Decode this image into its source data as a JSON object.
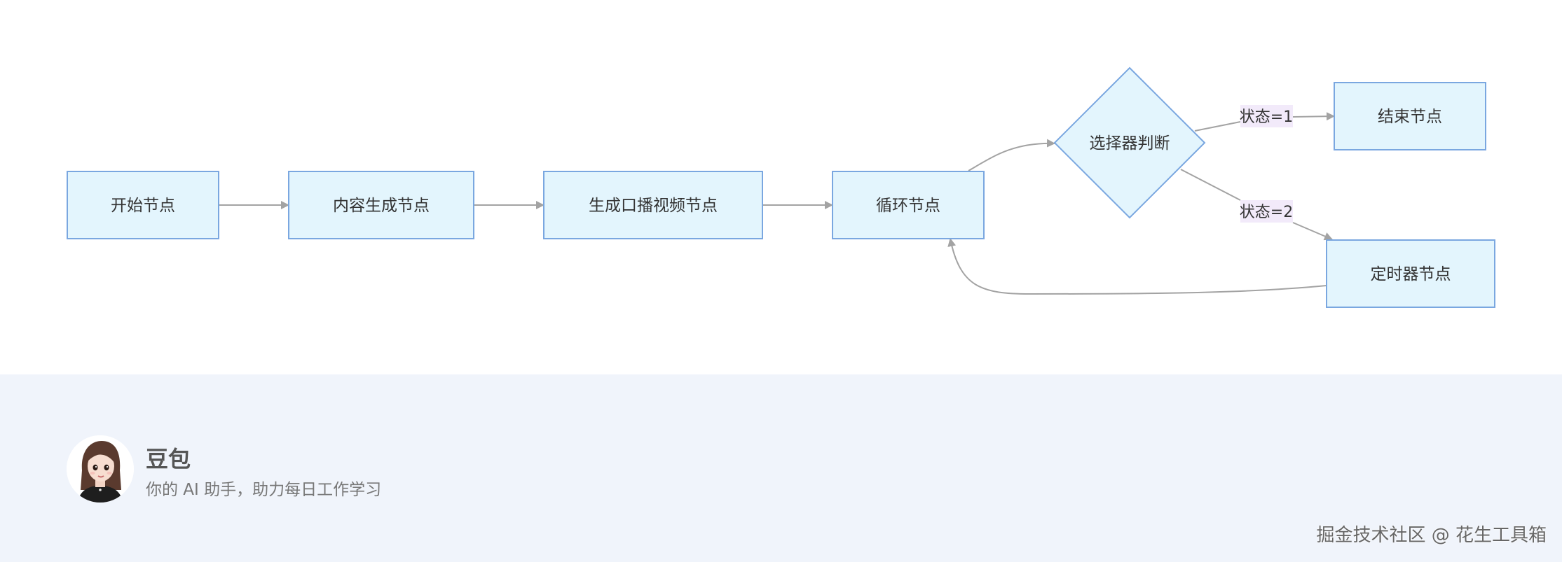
{
  "diagram": {
    "nodes": {
      "start": "开始节点",
      "content_gen": "内容生成节点",
      "video_gen": "生成口播视频节点",
      "loop": "循环节点",
      "selector": "选择器判断",
      "end": "结束节点",
      "timer": "定时器节点"
    },
    "edge_labels": {
      "state1": "状态=1",
      "state2": "状态=2"
    }
  },
  "footer": {
    "brand_title": "豆包",
    "brand_subtitle": "你的 AI 助手，助力每日工作学习",
    "watermark": "掘金技术社区 @ 花生工具箱"
  },
  "colors": {
    "node_fill": "#e3f5fd",
    "node_stroke": "#7aa7e0",
    "edge": "#a3a3a3",
    "edge_label_bg": "#f2eafa",
    "footer_bg": "#f0f4fb"
  }
}
